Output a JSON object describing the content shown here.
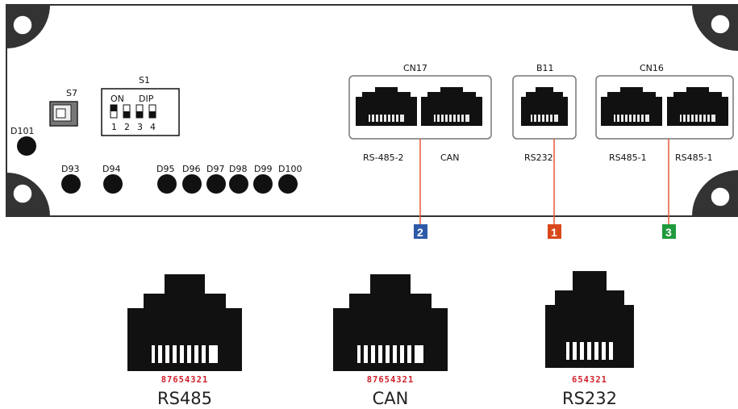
{
  "panel": {
    "switch_label": "S7",
    "dip": {
      "label": "S1",
      "on_text": "ON",
      "dip_text": "DIP",
      "positions": [
        "1",
        "2",
        "3",
        "4"
      ]
    },
    "leds": [
      "D101",
      "D93",
      "D94",
      "D95",
      "D96",
      "D97",
      "D98",
      "D99",
      "D100"
    ],
    "cn17": {
      "label": "CN17",
      "ports": [
        "RS-485-2",
        "CAN"
      ]
    },
    "b11": {
      "label": "B11",
      "ports": [
        "RS232"
      ]
    },
    "cn16": {
      "label": "CN16",
      "ports": [
        "RS485-1",
        "RS485-1"
      ]
    }
  },
  "badges": [
    {
      "number": "2",
      "color": "#2e5aa8"
    },
    {
      "number": "1",
      "color": "#d9481b"
    },
    {
      "number": "3",
      "color": "#1f9a3c"
    }
  ],
  "leader_color": "#e8593a",
  "connectors": [
    {
      "name": "RS485",
      "pins": "87654321"
    },
    {
      "name": "CAN",
      "pins": "87654321"
    },
    {
      "name": "RS232",
      "pins": "654321"
    }
  ]
}
